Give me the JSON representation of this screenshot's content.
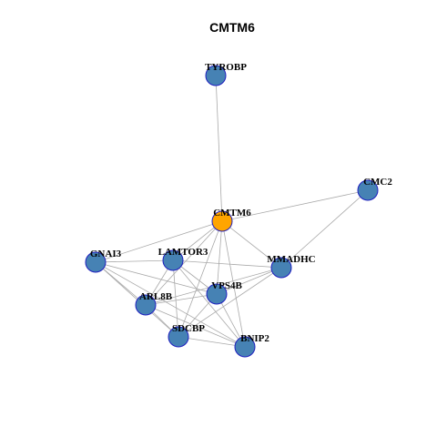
{
  "title": "CMTM6",
  "colors": {
    "hub": "#FFA500",
    "node": "#4682B4",
    "node_border": "#1F1FBF",
    "edge": "#A9A9A9"
  },
  "nodes": [
    {
      "id": "CMTM6",
      "label": "CMTM6",
      "hub": true
    },
    {
      "id": "TYROBP",
      "label": "TYROBP",
      "hub": false
    },
    {
      "id": "CMC2",
      "label": "CMC2",
      "hub": false
    },
    {
      "id": "GNAI3",
      "label": "GNAI3",
      "hub": false
    },
    {
      "id": "LAMTOR3",
      "label": "LAMTOR3",
      "hub": false
    },
    {
      "id": "MMADHC",
      "label": "MMADHC",
      "hub": false
    },
    {
      "id": "VPS4B",
      "label": "VPS4B",
      "hub": false
    },
    {
      "id": "ARL8B",
      "label": "ARL8B",
      "hub": false
    },
    {
      "id": "SDCBP",
      "label": "SDCBP",
      "hub": false
    },
    {
      "id": "BNIP2",
      "label": "BNIP2",
      "hub": false
    }
  ],
  "edges": [
    [
      "CMTM6",
      "TYROBP"
    ],
    [
      "CMTM6",
      "CMC2"
    ],
    [
      "CMTM6",
      "GNAI3"
    ],
    [
      "CMTM6",
      "LAMTOR3"
    ],
    [
      "CMTM6",
      "MMADHC"
    ],
    [
      "CMTM6",
      "VPS4B"
    ],
    [
      "CMTM6",
      "ARL8B"
    ],
    [
      "CMTM6",
      "SDCBP"
    ],
    [
      "CMTM6",
      "BNIP2"
    ],
    [
      "CMC2",
      "MMADHC"
    ],
    [
      "GNAI3",
      "LAMTOR3"
    ],
    [
      "GNAI3",
      "VPS4B"
    ],
    [
      "GNAI3",
      "ARL8B"
    ],
    [
      "GNAI3",
      "SDCBP"
    ],
    [
      "GNAI3",
      "BNIP2"
    ],
    [
      "LAMTOR3",
      "MMADHC"
    ],
    [
      "LAMTOR3",
      "VPS4B"
    ],
    [
      "LAMTOR3",
      "ARL8B"
    ],
    [
      "LAMTOR3",
      "SDCBP"
    ],
    [
      "LAMTOR3",
      "BNIP2"
    ],
    [
      "MMADHC",
      "VPS4B"
    ],
    [
      "MMADHC",
      "ARL8B"
    ],
    [
      "MMADHC",
      "SDCBP"
    ],
    [
      "VPS4B",
      "ARL8B"
    ],
    [
      "VPS4B",
      "SDCBP"
    ],
    [
      "VPS4B",
      "BNIP2"
    ],
    [
      "ARL8B",
      "SDCBP"
    ],
    [
      "ARL8B",
      "BNIP2"
    ],
    [
      "SDCBP",
      "BNIP2"
    ]
  ]
}
